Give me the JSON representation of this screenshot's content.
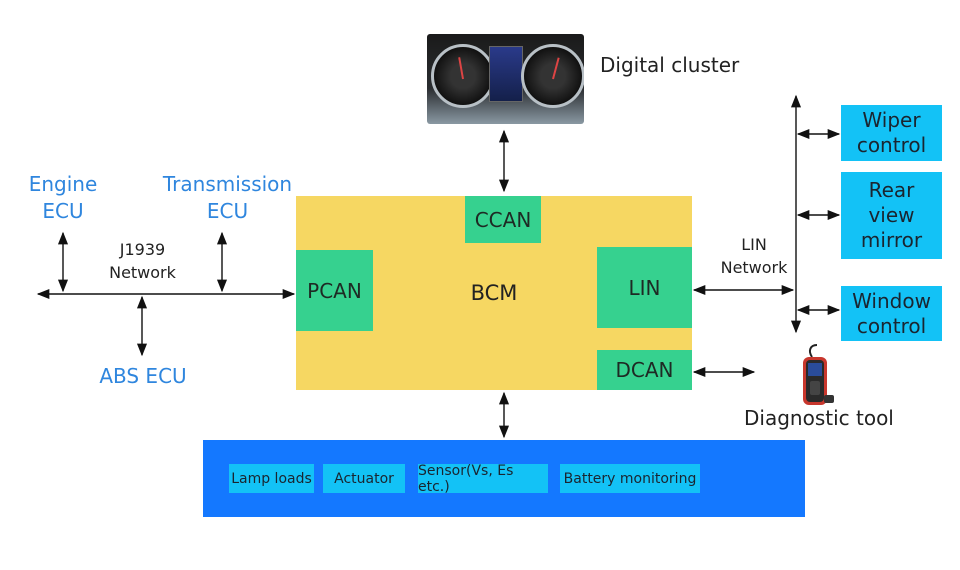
{
  "diagram": {
    "center": {
      "label": "BCM"
    },
    "interfaces": {
      "ccan": "CCAN",
      "pcan": "PCAN",
      "lin": "LIN",
      "dcan": "DCAN"
    },
    "j1939": {
      "network_label_line1": "J1939",
      "network_label_line2": "Network",
      "nodes": {
        "engine_line1": "Engine",
        "engine_line2": "ECU",
        "transmission_line1": "Transmission",
        "transmission_line2": "ECU",
        "abs": "ABS ECU"
      }
    },
    "lin_network": {
      "label_line1": "LIN",
      "label_line2": "Network",
      "nodes": [
        {
          "lines": [
            "Wiper",
            "control"
          ]
        },
        {
          "lines": [
            "Rear",
            "view",
            "mirror"
          ]
        },
        {
          "lines": [
            "Window",
            "control"
          ]
        }
      ]
    },
    "digital_cluster": {
      "label": "Digital cluster",
      "image": "instrument-cluster-photo"
    },
    "diagnostic_tool": {
      "label": "Diagnostic tool",
      "image": "obd-scanner-photo"
    },
    "loads": [
      "Lamp loads",
      "Actuator",
      "Sensor(Vs, Es etc.)",
      "Battery monitoring"
    ],
    "colors": {
      "bcm": "#f6d762",
      "interface": "#36d18f",
      "lin_node": "#13c2f6",
      "loads_bar": "#1478ff",
      "ecu_text": "#2f86de"
    }
  }
}
